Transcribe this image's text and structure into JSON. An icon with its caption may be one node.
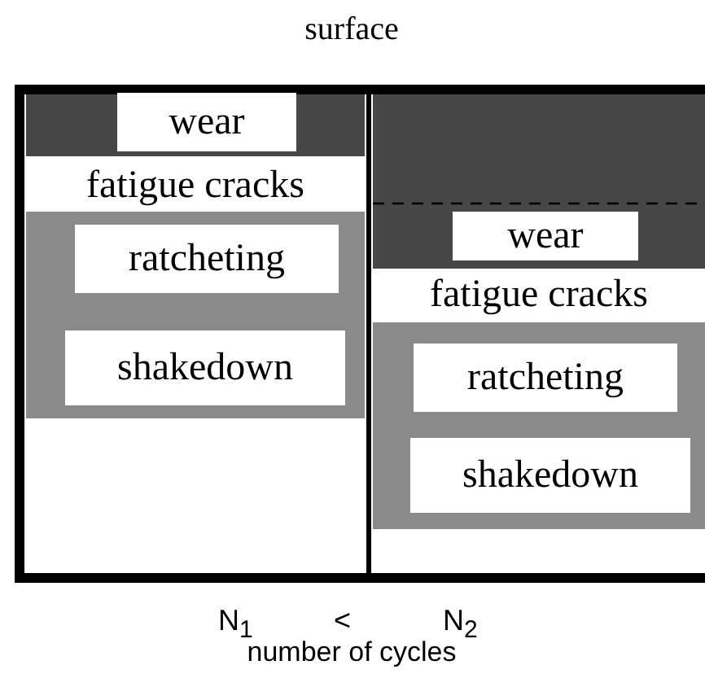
{
  "diagram": {
    "nodes": [
      {
        "text": [
          "wear"
        ]
      },
      {
        "text": [
          "fatigue cracks"
        ]
      },
      {
        "text": [
          "ratcheting"
        ]
      },
      {
        "text": [
          "shakedown"
        ]
      },
      {
        "text": [
          "wear"
        ]
      },
      {
        "text": [
          "fatigue cracks"
        ]
      },
      {
        "text": [
          "ratcheting"
        ]
      },
      {
        "text": [
          "shakedown"
        ]
      }
    ],
    "labels": [
      "surface",
      "N$_{1}$",
      "<",
      "N$_{2}$",
      "number of cycles"
    ]
  }
}
